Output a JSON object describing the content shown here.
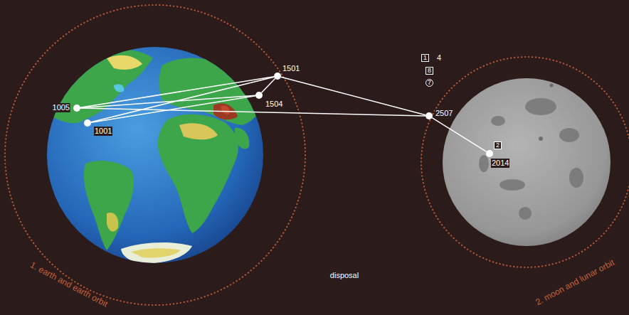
{
  "diagram": {
    "nodes": [
      {
        "text": [
          "1005"
        ]
      },
      {
        "text": [
          "1001"
        ]
      },
      {
        "text": [
          "1501"
        ]
      },
      {
        "text": [
          "1504"
        ]
      },
      {
        "text": [
          "2507"
        ]
      },
      {
        "text": [
          "2014"
        ]
      }
    ],
    "edges": [
      {
        "from": 0,
        "to": 2,
        "arrow": "none"
      },
      {
        "from": 0,
        "to": 3,
        "arrow": "none"
      },
      {
        "from": 1,
        "to": 2,
        "arrow": "none"
      },
      {
        "from": 1,
        "to": 3,
        "arrow": "none"
      },
      {
        "from": 3,
        "to": 2,
        "arrow": "none"
      },
      {
        "from": 2,
        "to": 4,
        "arrow": "none"
      },
      {
        "from": 0,
        "to": 4,
        "arrow": "none"
      },
      {
        "from": 4,
        "to": 5,
        "arrow": "none"
      }
    ],
    "labels": [
      "1",
      "4",
      "8",
      "7",
      "2",
      "1. earth and earth orbit",
      "disposal",
      "2. moon and lunar orbit"
    ]
  }
}
